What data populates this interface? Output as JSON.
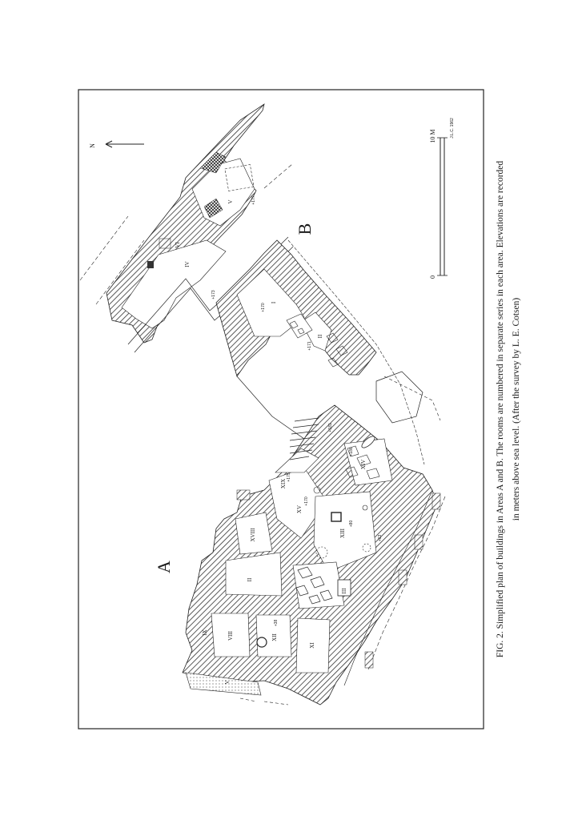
{
  "figure": {
    "area_a": "A",
    "area_b": "B",
    "north": "N",
    "scale_zero": "0",
    "scale_ten": "10 M",
    "scale_credit": "J.L.C. 1962",
    "rooms_a": {
      "r2": "II",
      "r3": "III",
      "r5": "V",
      "r8": "VIII",
      "r9": "IX",
      "r11": "XI",
      "r12": "XII",
      "r13": "XIII",
      "r15": "XV",
      "r18": "XVIII",
      "r19": "XIX"
    },
    "rooms_b": {
      "r1": "I",
      "r2": "II",
      "r4": "IV",
      "r5": "V",
      "r6": "VI",
      "r14": "XIV"
    },
    "elevations": {
      "e1": "+38",
      "e2": "+170",
      "e3": "+80",
      "e4": "+63",
      "e5": "+175",
      "e6": "+181",
      "e7": "+186",
      "e8": "+170",
      "e9": "+171",
      "e10": "+173",
      "e11": "+177"
    }
  },
  "caption": {
    "line1": "FIG. 2.  Simplified plan of buildings in Areas A and B.  The rooms are numbered in separate series in each area.  Elevations are recorded",
    "line2": "in meters above sea level.  (After the survey by L. E. Cotsen)"
  }
}
